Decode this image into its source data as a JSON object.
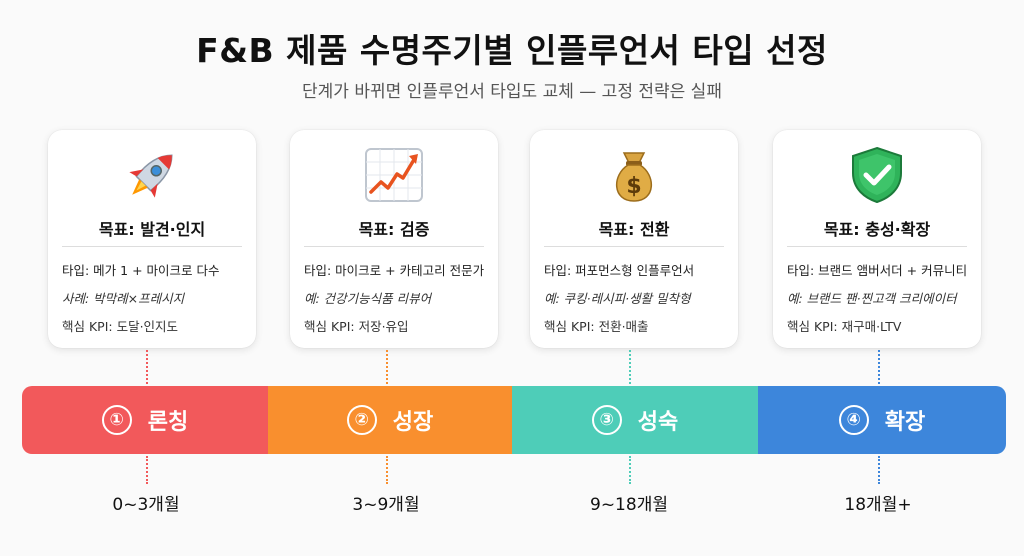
{
  "header": {
    "title": "F&B 제품 수명주기별 인플루언서 타입 선정",
    "subtitle": "단계가 바뀌면 인플루언서 타입도 교체 — 고정 전략은 실패"
  },
  "stages": [
    {
      "icon": "rocket-icon",
      "goal": "목표: 발견·인지",
      "type_line": "타입: 메가 1 + 마이크로 다수",
      "example_line": "사례: 박막례×프레시지",
      "kpi_line": "핵심 KPI: 도달·인지도",
      "number": "①",
      "name": "론칭",
      "period": "0~3개월",
      "color": "#f2595b"
    },
    {
      "icon": "chart-up-icon",
      "goal": "목표: 검증",
      "type_line": "타입: 마이크로 + 카테고리 전문가",
      "example_line": "예: 건강기능식품 리뷰어",
      "kpi_line": "핵심 KPI: 저장·유입",
      "number": "②",
      "name": "성장",
      "period": "3~9개월",
      "color": "#f98f2e"
    },
    {
      "icon": "money-bag-icon",
      "goal": "목표: 전환",
      "type_line": "타입: 퍼포먼스형 인플루언서",
      "example_line": "예: 쿠킹·레시피·생활 밀착형",
      "kpi_line": "핵심 KPI: 전환·매출",
      "number": "③",
      "name": "성숙",
      "period": "9~18개월",
      "color": "#4ecdb8"
    },
    {
      "icon": "shield-check-icon",
      "goal": "목표: 충성·확장",
      "type_line": "타입: 브랜드 앰버서더 + 커뮤니티",
      "example_line": "예: 브랜드 팬·찐고객 크리에이터",
      "kpi_line": "핵심 KPI: 재구매·LTV",
      "number": "④",
      "name": "확장",
      "period": "18개월+",
      "color": "#3d86db"
    }
  ]
}
